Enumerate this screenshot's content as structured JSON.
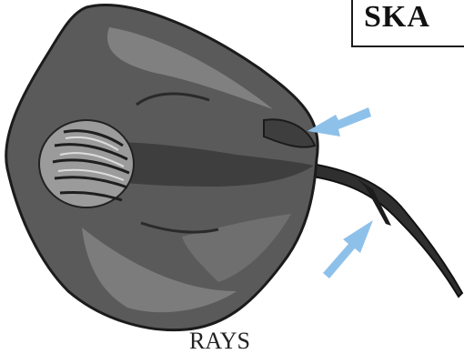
{
  "title_label": "SKA",
  "caption_label": "RAYS",
  "illustration": {
    "subject": "ray-body",
    "annotations": [
      "pelvic-fin-arrow",
      "tail-arrow"
    ]
  },
  "colors": {
    "arrow": "#8ec1ea",
    "body_dark": "#3f3f3f",
    "body_mid": "#6f6f6f",
    "body_light": "#a3a3a3",
    "outline": "#1b1b1b"
  }
}
